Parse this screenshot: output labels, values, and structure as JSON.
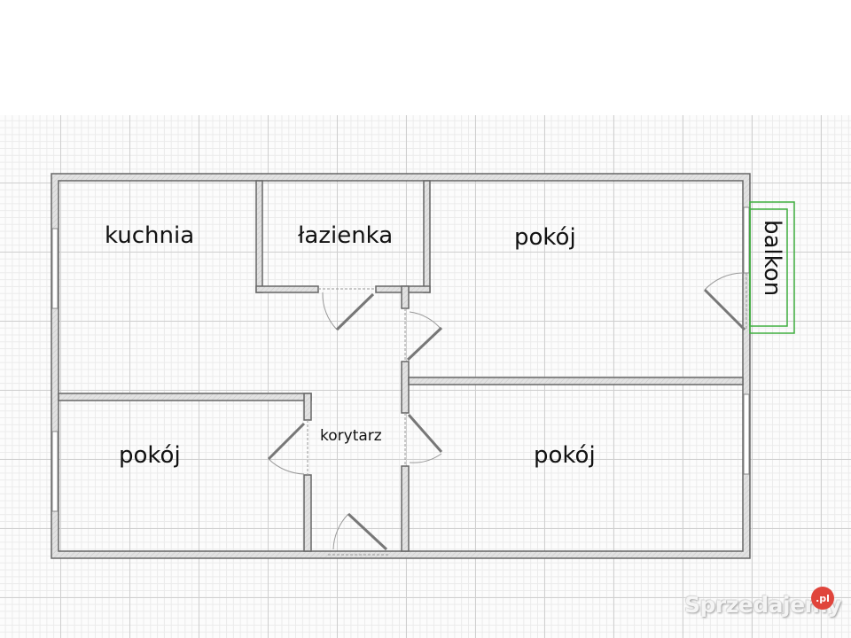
{
  "plan": {
    "rooms": [
      {
        "id": "kitchen",
        "label": "kuchnia"
      },
      {
        "id": "bathroom",
        "label": "łazienka"
      },
      {
        "id": "room-top-right",
        "label": "pokój"
      },
      {
        "id": "balcony",
        "label": "balkon"
      },
      {
        "id": "room-bottom-left",
        "label": "pokój"
      },
      {
        "id": "corridor",
        "label": "korytarz"
      },
      {
        "id": "room-bottom-right",
        "label": "pokój"
      }
    ],
    "colors": {
      "wall": "#6b6b6b",
      "wall_fill": "#dcdcdc",
      "balcony": "#3fae3f",
      "grid_major": "#cfcfcf",
      "grid_minor": "#ebebeb"
    }
  },
  "watermark": {
    "text": "Sprzedajemy",
    "badge": ".pl",
    "badge_color": "#e0453c"
  }
}
